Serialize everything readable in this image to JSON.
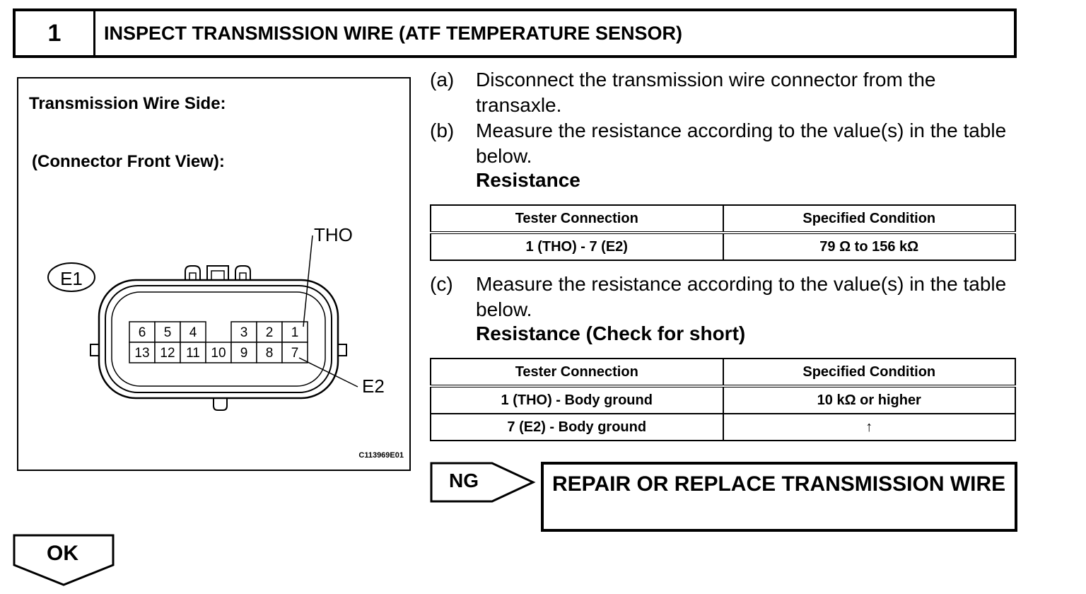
{
  "header": {
    "step_number": "1",
    "title": "INSPECT TRANSMISSION WIRE (ATF TEMPERATURE SENSOR)"
  },
  "illustration": {
    "wire_side_label": "Transmission Wire Side:",
    "front_view_label": "(Connector Front View):",
    "connector_id": "E1",
    "callout_tho": "THO",
    "callout_e2": "E2",
    "top_row_pins": [
      "6",
      "5",
      "4",
      "",
      "3",
      "2",
      "1"
    ],
    "bottom_row_pins": [
      "13",
      "12",
      "11",
      "10",
      "9",
      "8",
      "7"
    ],
    "figure_code": "C113969E01"
  },
  "steps": [
    {
      "label": "(a)",
      "text": "Disconnect the transmission wire connector from the transaxle."
    },
    {
      "label": "(b)",
      "text": "Measure the resistance according to the value(s) in the table below."
    },
    {
      "label": "(c)",
      "text": "Measure the resistance according to the value(s) in the table below."
    }
  ],
  "resistance_table": {
    "heading": "Resistance",
    "headers": [
      "Tester Connection",
      "Specified Condition"
    ],
    "rows": [
      [
        "1 (THO) - 7 (E2)",
        "79 Ω to 156 kΩ"
      ]
    ]
  },
  "short_table": {
    "heading": "Resistance (Check for short)",
    "headers": [
      "Tester Connection",
      "Specified Condition"
    ],
    "rows": [
      [
        "1 (THO) - Body ground",
        "10 kΩ or higher"
      ],
      [
        "7 (E2) - Body ground",
        "↑"
      ]
    ]
  },
  "ng_result": {
    "label": "NG",
    "text": "REPAIR OR REPLACE TRANSMISSION WIRE"
  },
  "ok": {
    "label": "OK"
  }
}
